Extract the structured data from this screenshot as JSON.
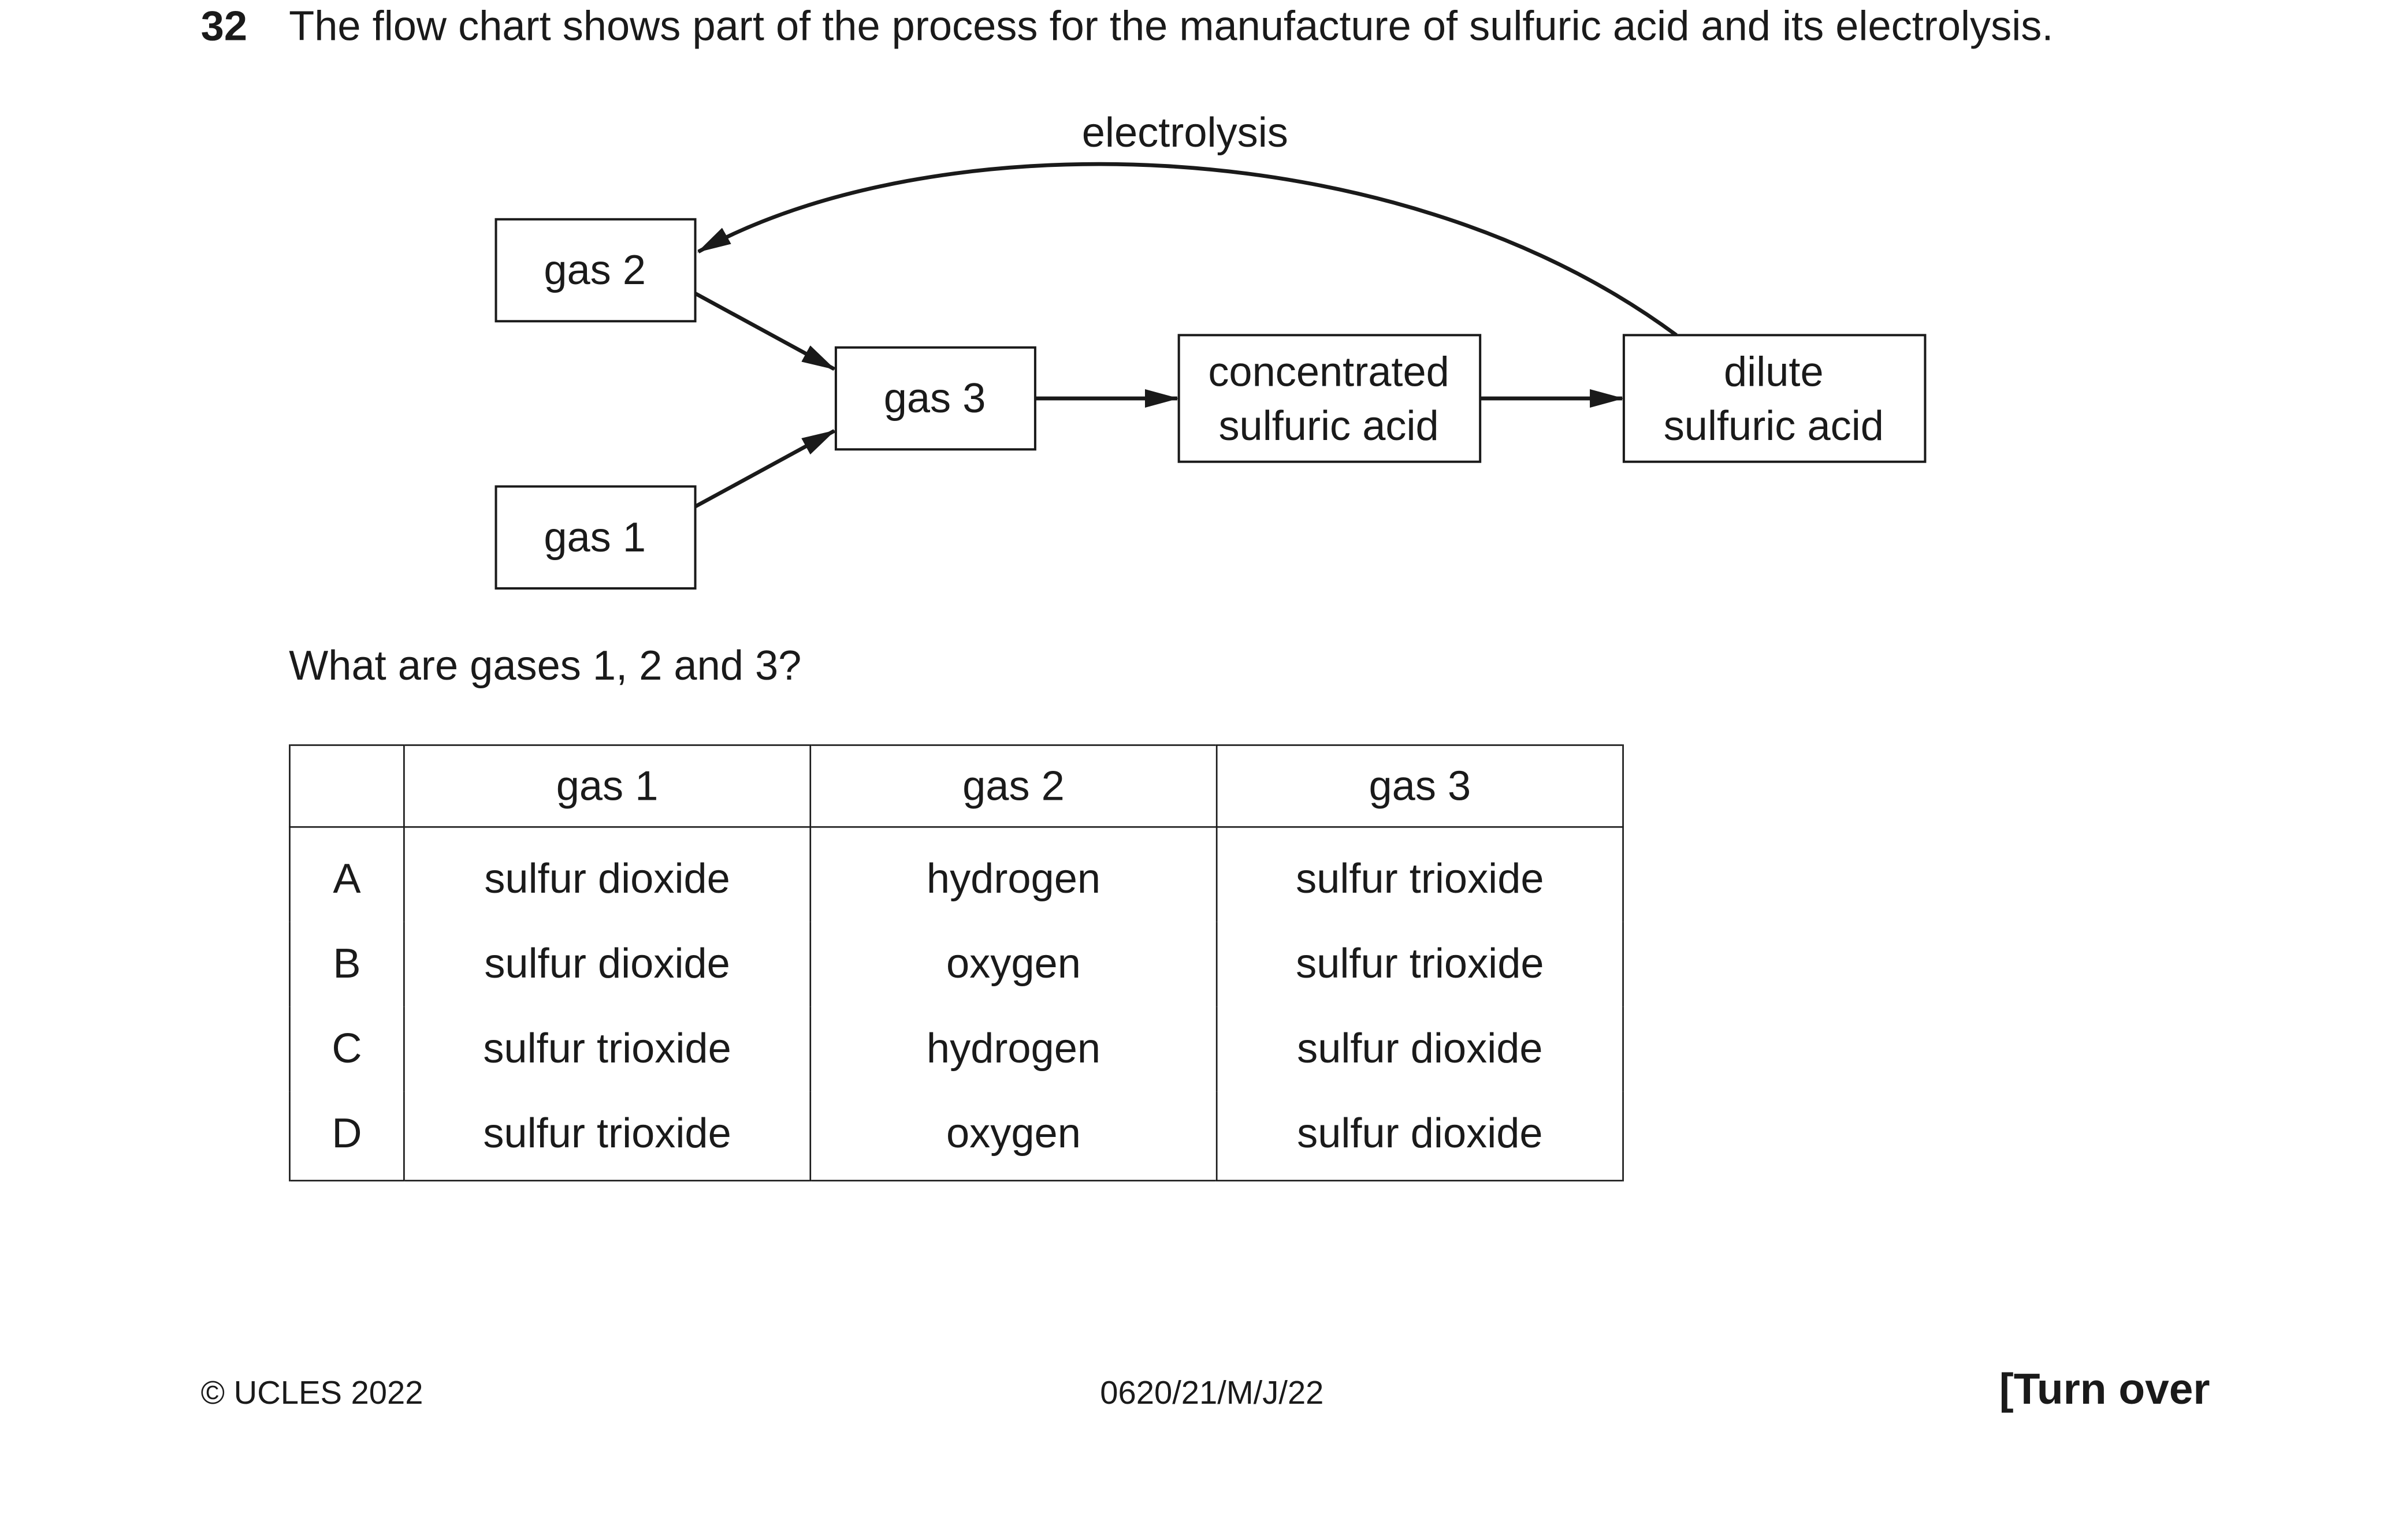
{
  "question": {
    "number": "32",
    "text": "The flow chart shows part of the process for the manufacture of sulfuric acid and its electrolysis."
  },
  "diagram": {
    "electrolysis_label": "electrolysis",
    "gas2": "gas 2",
    "gas1": "gas 1",
    "gas3": "gas 3",
    "concentrated_line1": "concentrated",
    "concentrated_line2": "sulfuric acid",
    "dilute_line1": "dilute",
    "dilute_line2": "sulfuric acid"
  },
  "prompt": "What are gases 1, 2 and 3?",
  "table": {
    "headers": [
      "",
      "gas 1",
      "gas 2",
      "gas 3"
    ],
    "rows": [
      {
        "letter": "A",
        "gas1": "sulfur dioxide",
        "gas2": "hydrogen",
        "gas3": "sulfur trioxide"
      },
      {
        "letter": "B",
        "gas1": "sulfur dioxide",
        "gas2": "oxygen",
        "gas3": "sulfur trioxide"
      },
      {
        "letter": "C",
        "gas1": "sulfur trioxide",
        "gas2": "hydrogen",
        "gas3": "sulfur dioxide"
      },
      {
        "letter": "D",
        "gas1": "sulfur trioxide",
        "gas2": "oxygen",
        "gas3": "sulfur dioxide"
      }
    ]
  },
  "footer": {
    "copyright": "© UCLES 2022",
    "code": "0620/21/M/J/22",
    "turn_over": "[Turn over"
  }
}
